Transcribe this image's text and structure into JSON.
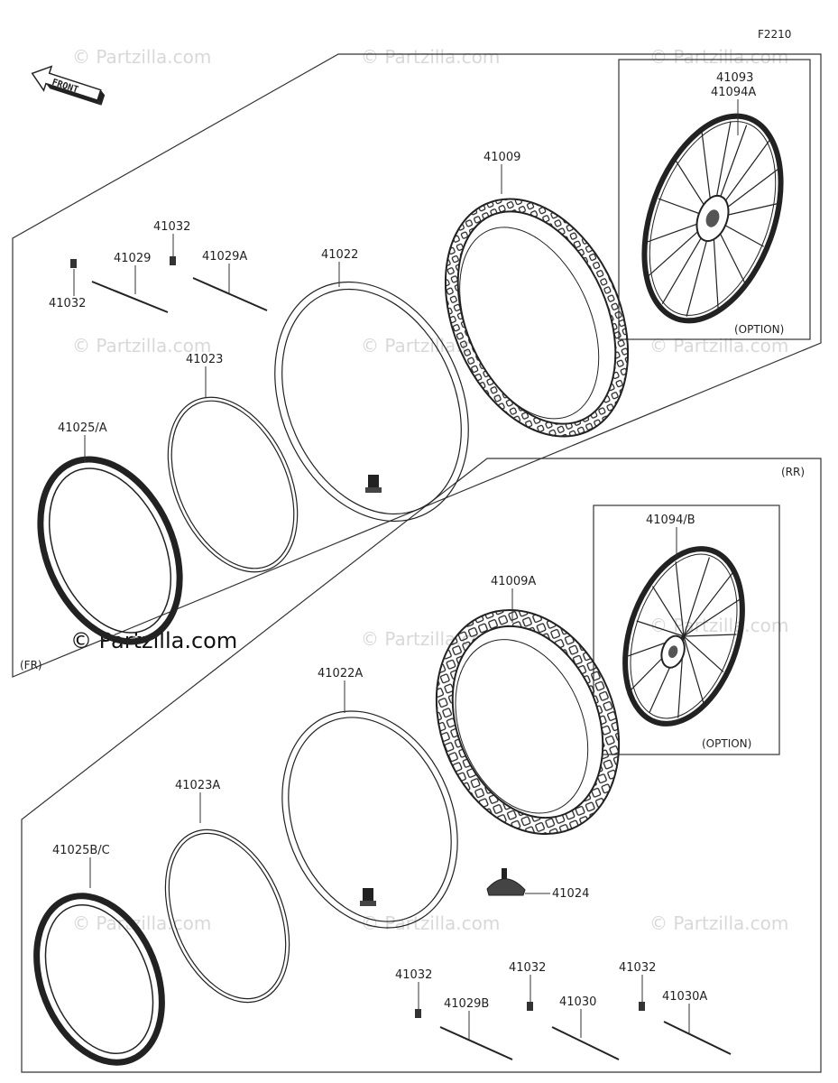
{
  "figure_code": "F2210",
  "front_arrow_label": "FRONT",
  "sections": {
    "front_label": "(FR)",
    "rear_label": "(RR)",
    "option_label": "(OPTION)"
  },
  "parts": {
    "p41093": "41093",
    "p41094A": "41094A",
    "p41009": "41009",
    "p41032_a": "41032",
    "p41032_b": "41032",
    "p41029": "41029",
    "p41029A": "41029A",
    "p41022": "41022",
    "p41023": "41023",
    "p41025A": "41025/A",
    "p41094B": "41094/B",
    "p41009A": "41009A",
    "p41022A": "41022A",
    "p41023A": "41023A",
    "p41025BC": "41025B/C",
    "p41024": "41024",
    "p41032_c": "41032",
    "p41029B": "41029B",
    "p41032_d": "41032",
    "p41030": "41030",
    "p41032_e": "41032",
    "p41030A": "41030A"
  },
  "watermark": "© Partzilla.com"
}
